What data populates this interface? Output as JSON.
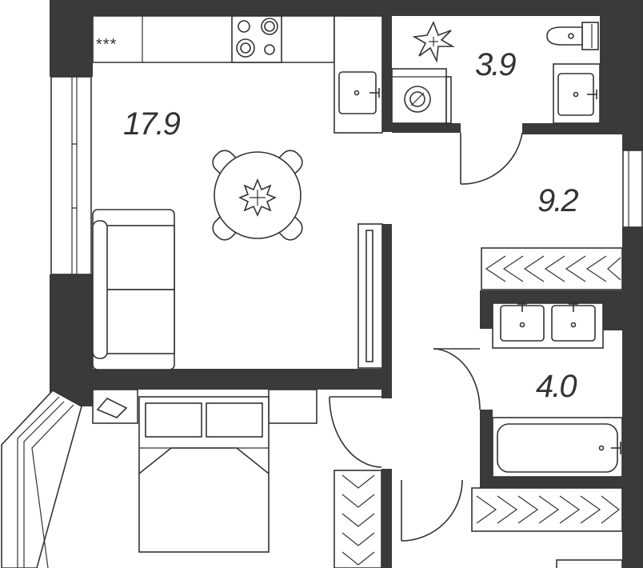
{
  "rooms": [
    {
      "id": "kitchen-living",
      "area": "17.9"
    },
    {
      "id": "wc",
      "area": "3.9"
    },
    {
      "id": "hallway",
      "area": "9.2"
    },
    {
      "id": "bathroom",
      "area": "4.0"
    }
  ],
  "stove_mark": "***",
  "colors": {
    "wall": "#3a3a3a",
    "line": "#333333",
    "background": "#ffffff"
  }
}
